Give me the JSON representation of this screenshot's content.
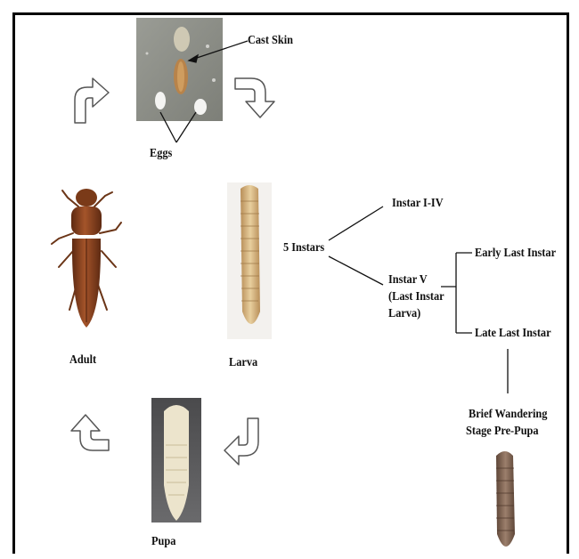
{
  "stages": {
    "eggs": "Eggs",
    "cast_skin": "Cast Skin",
    "adult": "Adult",
    "larva": "Larva",
    "pupa": "Pupa"
  },
  "instars": {
    "count": "5 Instars",
    "i_iv": "Instar I-IV",
    "v_line1": "Instar V",
    "v_line2": "(Last Instar",
    "v_line3": "Larva)",
    "early_last": "Early Last Instar",
    "late_last": "Late Last Instar",
    "wandering_line1": "Brief Wandering",
    "wandering_line2": "Stage Pre-Pupa"
  }
}
